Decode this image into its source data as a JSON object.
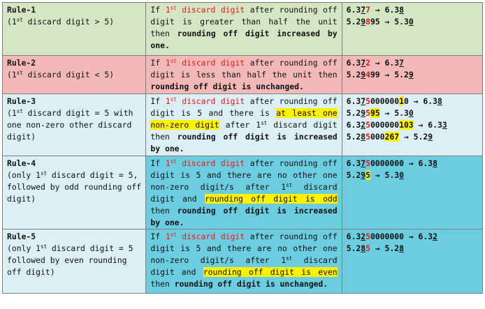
{
  "rules": [
    {
      "name": "Rule-1",
      "cond": [
        {
          "t": "("
        },
        {
          "t": "1",
          "sup": "st"
        },
        {
          "t": " discard digit > 5)"
        }
      ],
      "desc": [
        {
          "t": "If "
        },
        {
          "t": "1",
          "c": "red",
          "sup": "st"
        },
        {
          "t": " discard digit",
          "c": "red"
        },
        {
          "t": " after rounding off digit is greater than half the unit then "
        },
        {
          "t": "rounding off digit increased by one.",
          "c": "b"
        }
      ],
      "examples": [
        [
          {
            "t": "6.3"
          },
          {
            "t": "7",
            "c": "ul"
          },
          {
            "t": "7",
            "c": "red"
          },
          {
            "t": " → 6.3"
          },
          {
            "t": "8",
            "c": "ul"
          }
        ],
        [
          {
            "t": "5.2"
          },
          {
            "t": "9",
            "c": "ul"
          },
          {
            "t": "8",
            "c": "red"
          },
          {
            "t": "95 → 5.3"
          },
          {
            "t": "0",
            "c": "ul"
          }
        ]
      ]
    },
    {
      "name": "Rule-2",
      "cond": [
        {
          "t": "("
        },
        {
          "t": "1",
          "sup": "st"
        },
        {
          "t": " discard digit < 5)"
        }
      ],
      "desc": [
        {
          "t": "If "
        },
        {
          "t": "1",
          "c": "red",
          "sup": "st"
        },
        {
          "t": " discard digit",
          "c": "red"
        },
        {
          "t": " after rounding off digit is less than half the unit then "
        },
        {
          "t": "rounding off digit is unchanged.",
          "c": "b"
        }
      ],
      "examples": [
        [
          {
            "t": "6.3"
          },
          {
            "t": "7",
            "c": "ul"
          },
          {
            "t": "2",
            "c": "red"
          },
          {
            "t": " → 6.3"
          },
          {
            "t": "7",
            "c": "ul"
          }
        ],
        [
          {
            "t": "5.2"
          },
          {
            "t": "9",
            "c": "ul"
          },
          {
            "t": "4",
            "c": "red"
          },
          {
            "t": "99 → 5.2"
          },
          {
            "t": "9",
            "c": "ul"
          }
        ]
      ]
    },
    {
      "name": "Rule-3",
      "cond": [
        {
          "t": "("
        },
        {
          "t": "1",
          "sup": "st"
        },
        {
          "t": " discard digit = 5 with one non-zero other discard digit)"
        }
      ],
      "desc": [
        {
          "t": "If "
        },
        {
          "t": "1",
          "c": "red",
          "sup": "st"
        },
        {
          "t": " discard digit",
          "c": "red"
        },
        {
          "t": " after rounding off digit is 5 and there is "
        },
        {
          "t": "at least one non-zero digit",
          "c": "hl"
        },
        {
          "t": " after "
        },
        {
          "t": "1",
          "sup": "st"
        },
        {
          "t": " discard digit then "
        },
        {
          "t": "rounding off digit is increased by one.",
          "c": "b"
        }
      ],
      "examples": [
        [
          {
            "t": "6.3"
          },
          {
            "t": "7",
            "c": "ul"
          },
          {
            "t": "5",
            "c": "red"
          },
          {
            "t": "000000"
          },
          {
            "t": "1",
            "c": "hl"
          },
          {
            "t": "0 → 6.3"
          },
          {
            "t": "8",
            "c": "ul"
          }
        ],
        [
          {
            "t": "5.2"
          },
          {
            "t": "9",
            "c": "ul"
          },
          {
            "t": "5",
            "c": "red"
          },
          {
            "t": "95",
            "c": "hl"
          },
          {
            "t": " → 5.3"
          },
          {
            "t": "0",
            "c": "ul"
          }
        ],
        [
          {
            "t": "6.3"
          },
          {
            "t": "2",
            "c": "ul"
          },
          {
            "t": "5",
            "c": "red"
          },
          {
            "t": "000000"
          },
          {
            "t": "103",
            "c": "hl"
          },
          {
            "t": " → 6.3"
          },
          {
            "t": "3",
            "c": "ul"
          }
        ],
        [
          {
            "t": "5.2"
          },
          {
            "t": "8",
            "c": "ul"
          },
          {
            "t": "5",
            "c": "red"
          },
          {
            "t": "000"
          },
          {
            "t": "267",
            "c": "hl"
          },
          {
            "t": " → 5.2"
          },
          {
            "t": "9",
            "c": "ul"
          }
        ]
      ]
    },
    {
      "name": "Rule-4",
      "cond": [
        {
          "t": "(only "
        },
        {
          "t": "1",
          "sup": "st"
        },
        {
          "t": " discard digit = 5, followed by odd rounding off digit)"
        }
      ],
      "desc": [
        {
          "t": "If "
        },
        {
          "t": "1",
          "c": "red",
          "sup": "st"
        },
        {
          "t": " discard digit",
          "c": "red"
        },
        {
          "t": " after rounding off digit is 5 and there are no other one non-zero digit/s after "
        },
        {
          "t": "1",
          "sup": "st"
        },
        {
          "t": " discard digit and "
        },
        {
          "t": "rounding off digit is odd",
          "c": "hl"
        },
        {
          "t": " then "
        },
        {
          "t": "rounding off digit is increased by one.",
          "c": "b"
        }
      ],
      "examples": [
        [
          {
            "t": "6.3"
          },
          {
            "t": "7",
            "c": "ul"
          },
          {
            "t": "5",
            "c": "red"
          },
          {
            "t": "0000000 → 6.3"
          },
          {
            "t": "8",
            "c": "ul"
          }
        ],
        [
          {
            "t": "5.2"
          },
          {
            "t": "9",
            "c": "ul"
          },
          {
            "t": "5",
            "c": "hl"
          },
          {
            "t": " → 5.3"
          },
          {
            "t": "0",
            "c": "ul"
          }
        ]
      ]
    },
    {
      "name": "Rule-5",
      "cond": [
        {
          "t": "(only "
        },
        {
          "t": "1",
          "sup": "st"
        },
        {
          "t": " discard digit = 5 followed by even rounding off digit)"
        }
      ],
      "desc": [
        {
          "t": "If "
        },
        {
          "t": "1",
          "c": "red",
          "sup": "st"
        },
        {
          "t": " discard digit",
          "c": "red"
        },
        {
          "t": " after rounding off digit is 5 and there are no other one non-zero digit/s after "
        },
        {
          "t": "1",
          "sup": "st"
        },
        {
          "t": " discard digit and "
        },
        {
          "t": "rounding off digit is even",
          "c": "hl"
        },
        {
          "t": " then "
        },
        {
          "t": "rounding off digit is unchanged.",
          "c": "b"
        }
      ],
      "examples": [
        [
          {
            "t": "6.3"
          },
          {
            "t": "2",
            "c": "ul"
          },
          {
            "t": "5",
            "c": "red"
          },
          {
            "t": "0000000 → 6.3"
          },
          {
            "t": "2",
            "c": "ul"
          }
        ],
        [
          {
            "t": "5.2"
          },
          {
            "t": "8",
            "c": "ul"
          },
          {
            "t": "5",
            "c": "red"
          },
          {
            "t": " → 5.2"
          },
          {
            "t": "8",
            "c": "ul"
          }
        ]
      ]
    }
  ]
}
